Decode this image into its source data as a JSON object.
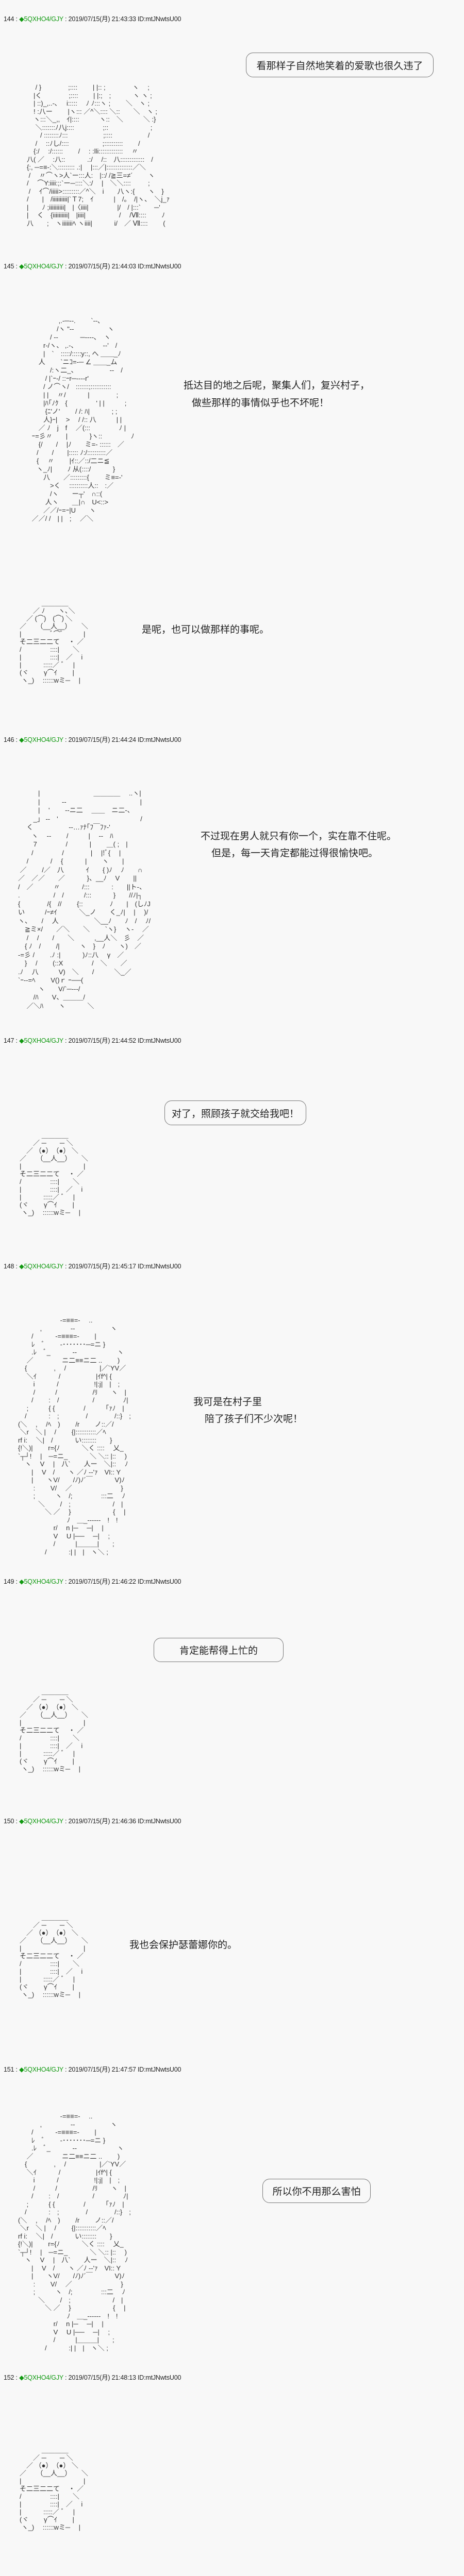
{
  "posts": [
    {
      "no": "144",
      "trip": "◆5QXHO4/GJY",
      "sep": " : ",
      "date": "2019/07/15(月) 21:43:33 ID:mtJNwtsU00",
      "bubble": "看那样子自然地笑着的爱歌也很久违了"
    },
    {
      "no": "145",
      "trip": "◆5QXHO4/GJY",
      "sep": " : ",
      "date": "2019/07/15(月) 21:44:03 ID:mtJNwtsU00",
      "lines": [
        "抵达目的地之后呢，聚集人们，复兴村子，",
        "做些那样的事情似乎也不坏呢！"
      ],
      "line_b": "是呢，也可以做那样的事呢。"
    },
    {
      "no": "146",
      "trip": "◆5QXHO4/GJY",
      "sep": " : ",
      "date": "2019/07/15(月) 21:44:24 ID:mtJNwtsU00",
      "lines": [
        "不过现在男人就只有你一个，实在靠不住呢。",
        "但是，每一天肯定都能过得很愉快吧。"
      ]
    },
    {
      "no": "147",
      "trip": "◆5QXHO4/GJY",
      "sep": " : ",
      "date": "2019/07/15(月) 21:44:52 ID:mtJNwtsU00",
      "bubble": "对了，照顾孩子就交给我吧！"
    },
    {
      "no": "148",
      "trip": "◆5QXHO4/GJY",
      "sep": " : ",
      "date": "2019/07/15(月) 21:45:17 ID:mtJNwtsU00",
      "lines": [
        "我可是在村子里",
        "陪了孩子们不少次呢！"
      ]
    },
    {
      "no": "149",
      "trip": "◆5QXHO4/GJY",
      "sep": " : ",
      "date": "2019/07/15(月) 21:46:22 ID:mtJNwtsU00",
      "bubble": "肯定能帮得上忙的"
    },
    {
      "no": "150",
      "trip": "◆5QXHO4/GJY",
      "sep": " : ",
      "date": "2019/07/15(月) 21:46:36 ID:mtJNwtsU00",
      "lines": [
        "我也会保护瑟蕾娜你的。"
      ]
    },
    {
      "no": "151",
      "trip": "◆5QXHO4/GJY",
      "sep": " : ",
      "date": "2019/07/15(月) 21:47:57 ID:mtJNwtsU00",
      "bubble": "所以你不用那么害怕"
    },
    {
      "no": "152",
      "trip": "◆5QXHO4/GJY",
      "sep": " : ",
      "date": "2019/07/15(月) 21:48:13 ID:mtJNwtsU00"
    }
  ],
  "colors": {
    "trip": "#119911",
    "background": "#f8f8f8"
  },
  "art": {
    "pair": "　 / }　　　　;::::　　 | |:: ;　　　　ヽ　 ;\n　|く　　　　;::::　　 | |:;　;　　　 ヽ ヽ ;\n　| ::)_,..-､　 i:::::　 ﾉ ﾉ:::ヽ ;　　 ＼　ヽ ;\n　! :八ー　　 |ヽ::: ／^＼:::: ＼::　　＼　ヽ ;\n　ヽ:::＼_,,　ｲ|::::　　　ヽ::　＼　　　＼ :}\n　 ＼:::::::ﾉ八j::::　　　　 ;::　　　　　　 ;\n　　/ ::::::::ﾉ:::　　　　　 ;::::　　　　　 /\n　 / 　::ﾉし/::::　　　　　;::::::::::　　 /\n　{:/　 :/::::::　　 /　 : :lli:::::::::::::　 〃\n八( ／　 :八::　　　 .:/　 /::　八:::::::::::::　/\n{:, ─=≡-:＼::::::::: .:|　 |:::／|::::::::::::::／＼\n / 　〃⌒ヽ>人`ー:::人:　|::/ /≧三=≠´　　 ヽ\n/　 ⌒Y:iiii:;:`ー─::::＼:/ 　|　＼＼:::: 　　 ;\n /　 ｲ⌒/iiiii>:::::::::／^＼　i　　八ヽ:{　　ヽ　}\n/　　|　/iiiiiiiiii|`Ｔ7;　ｲ　　　|　/｡　/|ヽ、　＼j_ｧ\n|　　ﾉ ;iiiiiiiiii|　|〈iiii|　　　　 |/　/ |:::`　　─'\n|　 く　{iiiiiiiiii|　|iiii|　　　　　/　 /Ⅶ::::　　 ﾉ\n八　　;　ヽiiiiiiiﾍ ヽiiii|　　　 i/　／ Ⅶ::::　　 (",
    "girl": "　　　　 ,.-─‐-.　　 `‐-､\n　　　　/ヽ \"‐-　　　　　ヽ\n　　　/ ‐-　　　 ─‐-‐-､　ヽ\n　　r‐/ヽ、 ,.-、　　　　 ‐-'　/\n　　|　`　:::::/:::::y::, へ ＿＿_ﾉ\n　 人　　 `ニｺ=-─ ∠ ＿＿_ム\n　　　/:ヽ二_、　　　　　 ‐-　/\n　　 / |`ｰ‐/ ::ｰr─‐‐‐‐r'\n　　/ ノ⌒ヽ/　:::::::;:::::::::::\n　　| |　 〃/　　　 |　　　　;\n　　|ﾊ｢ﾉｸ　{　　　　 ' | |　　　;\n　　 {ﾆ'ノ'　　 / /: ﾊ|　　　 ; ;\n　　人}ｰ|　 >　 / /:: 八　　　| |\n　 ／ ﾉ　j　f　 ／(:::　　　　 ﾉ |\n ｰ=彡〃　　|　　　 }ヽ::　　　　 ﾉ\n　 {/　　/　 |ﾉ　　ミ=- ::::::　／\n　/　　/　　|::::: ﾉ:/::::::::::／\n　{　 〃　　 |ｲ::／::/二ニ≦\n　ヽ_ﾉ|　　 ﾉ 从(::::/　　　 }\n　　八　　／:::::::::{　　 ミ≡=-'\n　　　>く　 ::::::::::人::　:／\n　　　/ヽ　　ー┬'　∩::(\n　　 人ヽ　　＿|∩　U<::>\n　　／／/ｰ=ｰ|U　　ヽ\n ／／/ /　| |　;　 ／＼",
    "bear_smile": "　　　 ＿＿＿＿\n　　／ ﾉ　　ヽ､＼\n　／ (⌒)　(⌒) ＼\n／　　（__人__）　　＼\n|　　　　 ﾞ⌒ﾞ　　　|\nそ二三二二て　 ・ ／\n/　　　　 ::::|　　＼\n|　　　　 ::::|　／　 i\n|　　　 :::::／ ﾞ　 |\n(ヾ　　 γ⌒ｲ　　 |\n ヽ_)　 ::::::wミ─　 |",
    "bear_dot": "　　　 ＿＿＿＿\n　　／ ─　　─ ＼\n　／ （●）　（●） ＼\n／　　（__人__）　　＼\n|　　　　　　　　　 |\nそ二三二二て　 ・ ／\n/　　　　 ::::|　　＼\n|　　　　 ::::|　／　 i\n|　　　 :::::／ ﾞ　 |\n(ヾ　　 γ⌒ｲ　　 |\n ヽ_)　 ::::::wミ─　 |",
    "hat_pair": "　　　|　　　　　　　　＿＿＿＿　 ..ヽ|\n　　　|　　　 ‐-　　　　　　　　　　　|\n　　　|　 '　　 ‐-ニ二　 ＿＿　ニ二-、\n　　 _」 ‐-　'　　　　　　　　　　　　 /\n　 く　　　　　 -‐…ｧﾅ｢ﾌ￣ﾌｧ‐'\n　　ヽ　 ‐-　　 /　　　|　 ‐-　ﾊ\n　　 7　　　　 /　　　 |　　 ＿( ;　|\n　　/　　　　 /　　　　|　 |!ﾞ{　 |\n　 /　　　 /　 {　　　 |　　 ヽ　　|\n ／　　 /／　八　　　 ｲ　　{ )ﾉ　 ﾉ　　∩\n／　／／　　／　　　 }、__ﾉ　 V　　||\n/　／　　　〃　　　 /:::　　　 :　　||ト-、\n.　　　　　/　/　　　/:::　　　 }　　//ﾉ|┐\n{　　　　/{　//　　 {::　　　　ﾉ　　|　(しﾉJ\nい　　　/ｰ≠ｲ　　　 ＼_ノ　　く_ﾉ|　 |　 )/\nヽ、　　/　 人　　　　　 ＼__ﾉ　　ﾉ　/　 ﾉ/\n　≧ミ×/　　／＼　　＼　　 `ヽ}　 ヽ-　 ／\n　 /　 /　　/　　＼　　　,__人＼　彡　／\n　{ ﾉ　/　　 /|　　　ヽ　}　ﾉ　　ヽ)　／\n-=彡 /　　 .ﾉ :|　　　 )ﾉ::八　 γ　／\n　} 　/　　 (::X　　　　 /　＼　　／\n.ﾉ　 八　　　V)　＼　　/　　　＼_／\n`ｰ‐-=ﾍ　　 V()ｒ ｰ──(\n　　　ヽ　　V/`─‐‐‐/\n　　 /ﾊ　　V、＿＿＿/\n　 ／＼ﾊ　　 ヽ　　　 ＼",
    "hat_girl": "　　　　　　 -=≡≡=-　 ..\n　　　 ,　　　　 --　　　　　 ヽ\n　　/　　　 -=≡≡≡=-　　 |\n　　ﾚ　ﾞ　　 -･･･････─=ニ }\n　　.ﾚ　ﾞ_　　　 --　　　　　　ヽ\n　 ／　　　　 ニ二≡≡ニ二 ..　　 )\n　{　　　　,　 /　　　　　|／`YV／\n　 ＼ｲ　　　 /　　　　　 |ｲf^| {\n　　 i　　　 /　　　　　 !|:j|　|　;\n　　 /　　　/　　　　　 /ﾘ　　ヽ　|\n　　/　　 :　/　　　　　/　　　　 ﾉ|\n　 ;　　　{ {　　　　 /　　　｢ｧﾉ　|\n　/　　　 :　;　　　　/　　　　/::}　;\n(＼　 ,　 /ﾍ　)　　 /r　　 ノ::／/\n ＼r　＼ |　 /　　 {|:::::::::::／ﾍ\nrf i:　 ＼|　/　　　 い::::::::　　}\n{!＼)|　　 r={ﾉ　　　 ＼く ::::　 乂_\n`┬┘!　 |　─=ニ_　　　 ＼ ＼:: |::　 )\n　ヽ　 V　 |　八`　　人ー　＼|::　 ﾉ\n　　|　 V　/　　ヽ ／ﾉ ‐-'ｧ　VI:: Y\n　　|　　ヽV/　　/ﾉ)ﾉ´￣　　　 V)ﾉ\n　　 :　　 V/　 ／　　　　　　　 }\n　　 ;　　　ヽ　/;　　　　 :::二　 ﾉ\n　　　＼　　 /　;　　　　　　 /　|\n　　　　＼ ／　 }　　　　　　 {　 |\n　　　　　　　 ﾉ　＿_------　!　!\n　　　　　 r/　 n |─　 ─|　 |\n　　　　　 V　 U |──　 ─|　 ;\n　　　　　 /　　　|＿＿＿|　　;\n　　　　/　　　 :| |　|　ヽ＼ ;"
  }
}
